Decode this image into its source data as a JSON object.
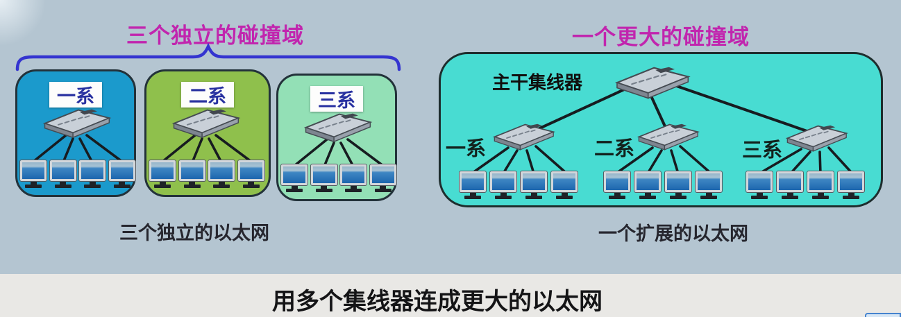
{
  "slide": {
    "footer_caption": "用多个集线器连成更大的以太网"
  },
  "left_panel": {
    "title": "三个独立的碰撞域",
    "caption": "三个独立的以太网",
    "domains": [
      {
        "label": "一系"
      },
      {
        "label": "二系"
      },
      {
        "label": "三系"
      }
    ]
  },
  "right_panel": {
    "title": "一个更大的碰撞域",
    "caption": "一个扩展的以太网",
    "backbone_label": "主干集线器",
    "groups": [
      {
        "label": "一系"
      },
      {
        "label": "二系"
      },
      {
        "label": "三系"
      }
    ]
  },
  "computers_per_hub": 4,
  "icons": {
    "hub": "hub-icon",
    "computer": "computer-icon",
    "brace": "curly-brace-icon"
  },
  "colors": {
    "background": "#b4c5d1",
    "footer_background": "#e9e8e5",
    "title_magenta": "#c125ae",
    "brace_blue": "#3434d0",
    "domain1_fill": "#1b9acc",
    "domain2_fill": "#8fc04c",
    "domain3_fill": "#93e0b6",
    "big_box_fill": "#48dcd2",
    "chip_text_navy": "#2730a0",
    "caption_dark": "#26262e",
    "line_dark": "#171c20"
  }
}
